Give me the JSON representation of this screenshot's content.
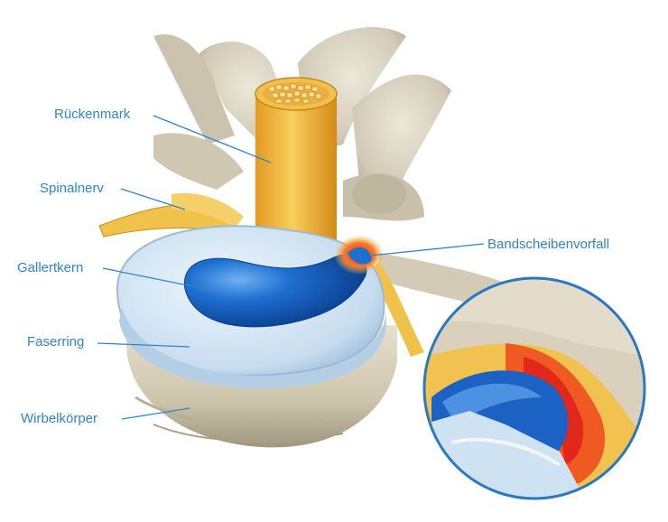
{
  "labels": [
    {
      "id": "rueckenmark",
      "text": "Rückenmark"
    },
    {
      "id": "spinalnerv",
      "text": "Spinalnerv"
    },
    {
      "id": "gallertkern",
      "text": "Gallertkern"
    },
    {
      "id": "faserring",
      "text": "Faserring"
    },
    {
      "id": "wirbelkoerper",
      "text": "Wirbelkörper"
    },
    {
      "id": "bandscheibenvorfall",
      "text": "Bandscheibenvorfall"
    }
  ],
  "colors": {
    "label": "#2f86c9",
    "bone": "#d6cfbd",
    "spinal_cord": "#f0b53a",
    "nucleus": "#1f6fd0",
    "annulus": "#c9def0",
    "herniation": "#e6421f",
    "inset_border": "#2a78c0"
  }
}
